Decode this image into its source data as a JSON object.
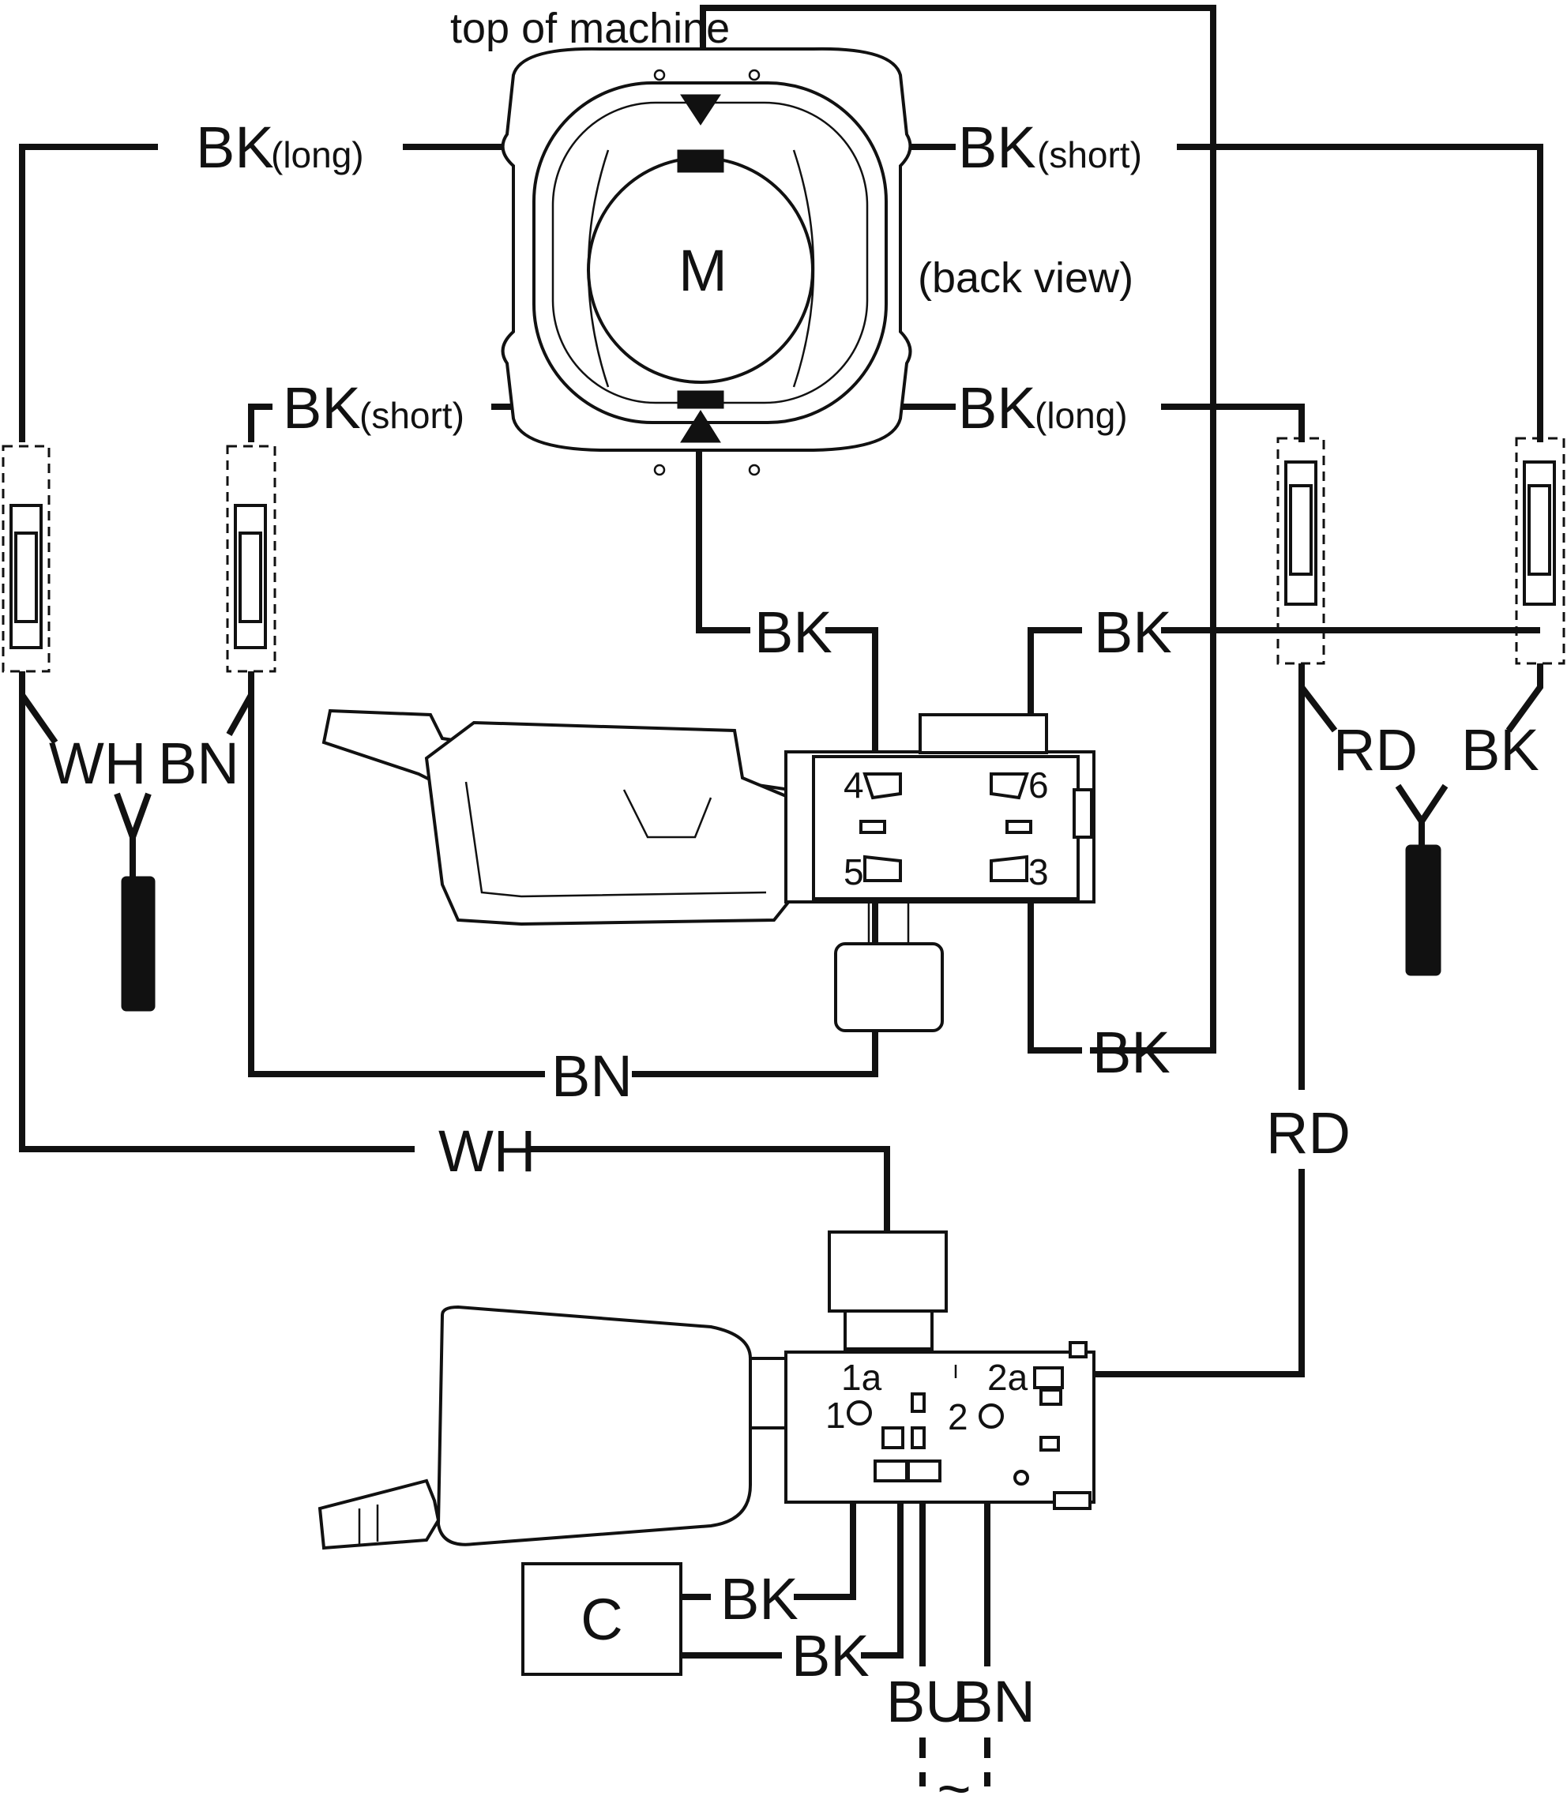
{
  "motor": {
    "symbol": "M",
    "top_note": "top of machine",
    "view_note": "(back view)"
  },
  "wires": {
    "motor_left_top": {
      "color": "BK",
      "length": "(long)"
    },
    "motor_right_top": {
      "color": "BK",
      "length": "(short)"
    },
    "motor_left_bottom": {
      "color": "BK",
      "length": "(short)"
    },
    "motor_right_bottom": {
      "color": "BK",
      "length": "(long)"
    },
    "switch_top_left": "BK",
    "switch_top_right": "BK",
    "switch_bottom_right": "BK",
    "switch_bottom_left": "BN",
    "main_white": "WH",
    "main_red": "RD"
  },
  "left_plugs": {
    "wire_a": "WH",
    "wire_b": "BN"
  },
  "right_plugs": {
    "wire_a": "RD",
    "wire_b": "BK"
  },
  "reversing_switch_terminals": [
    "4",
    "6",
    "5",
    "3"
  ],
  "main_switch_terminals": [
    "1a",
    "1",
    "2a",
    "2"
  ],
  "capacitor": {
    "symbol": "C",
    "wire_a": "BK",
    "wire_b": "BK"
  },
  "mains": {
    "wire_a": "BU",
    "wire_b": "BN",
    "symbol": "~"
  }
}
